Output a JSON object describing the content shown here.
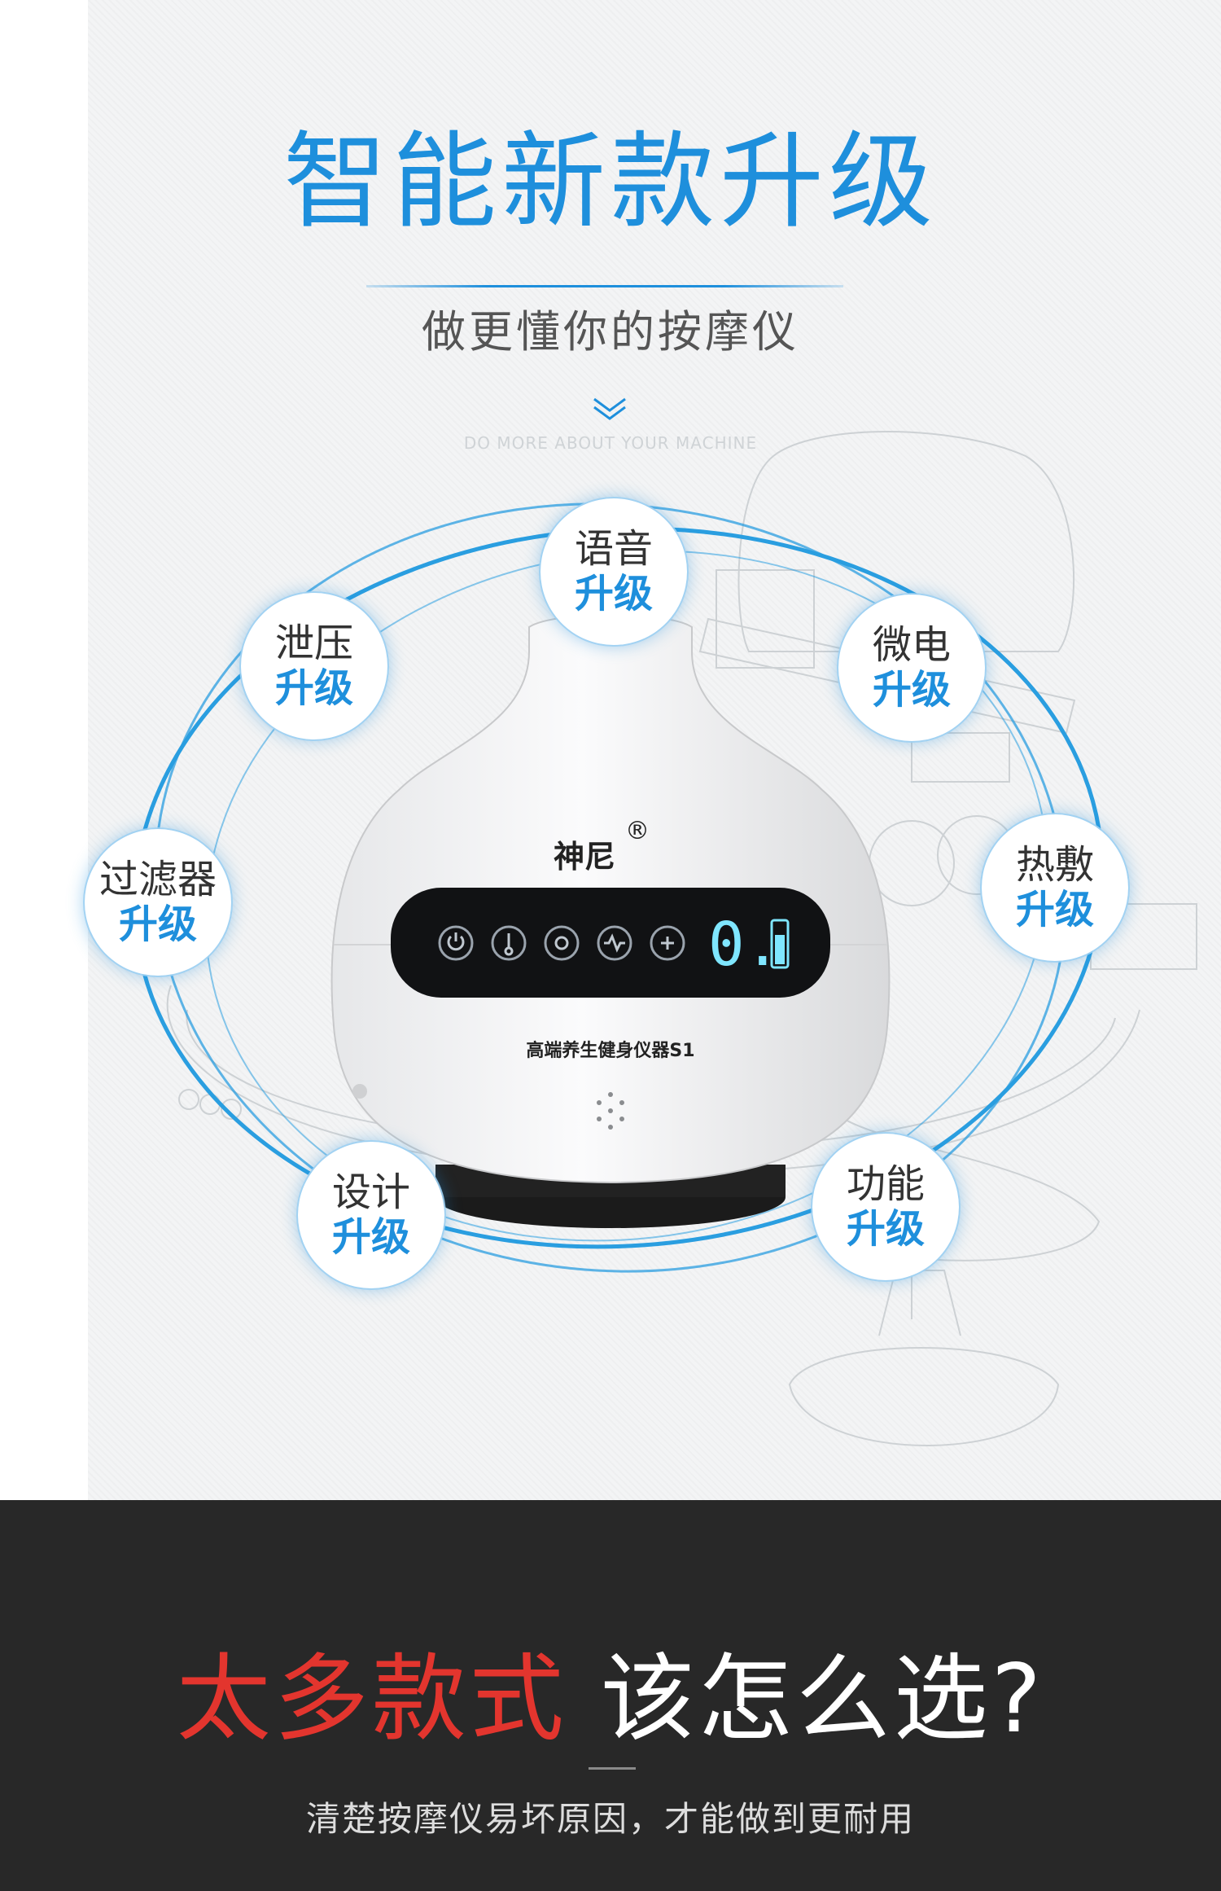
{
  "hero": {
    "title": "智能新款升级",
    "subtitle": "做更懂你的按摩仪",
    "tagline": "DO MORE ABOUT YOUR MACHINE"
  },
  "features": [
    {
      "top": "语音",
      "bottom": "升级"
    },
    {
      "top": "泄压",
      "bottom": "升级"
    },
    {
      "top": "微电",
      "bottom": "升级"
    },
    {
      "top": "过滤器",
      "bottom": "升级"
    },
    {
      "top": "热敷",
      "bottom": "升级"
    },
    {
      "top": "设计",
      "bottom": "升级"
    },
    {
      "top": "功能",
      "bottom": "升级"
    }
  ],
  "device": {
    "brand": "神尼",
    "registered_mark": "®",
    "display_value": "0.",
    "model": "高端养生健身仪器S1",
    "buttons": [
      "power-icon",
      "thermometer-icon",
      "fan-icon",
      "pulse-icon",
      "settings-icon"
    ]
  },
  "footer": {
    "question_red": "太多款式",
    "question_white": "该怎么选?",
    "subtitle": "清楚按摩仪易坏原因，才能做到更耐用"
  },
  "colors": {
    "accent_blue": "#1e8fdc",
    "question_red": "#e3352e",
    "footer_bg": "#282828",
    "display_cyan": "#7fe6ff"
  }
}
